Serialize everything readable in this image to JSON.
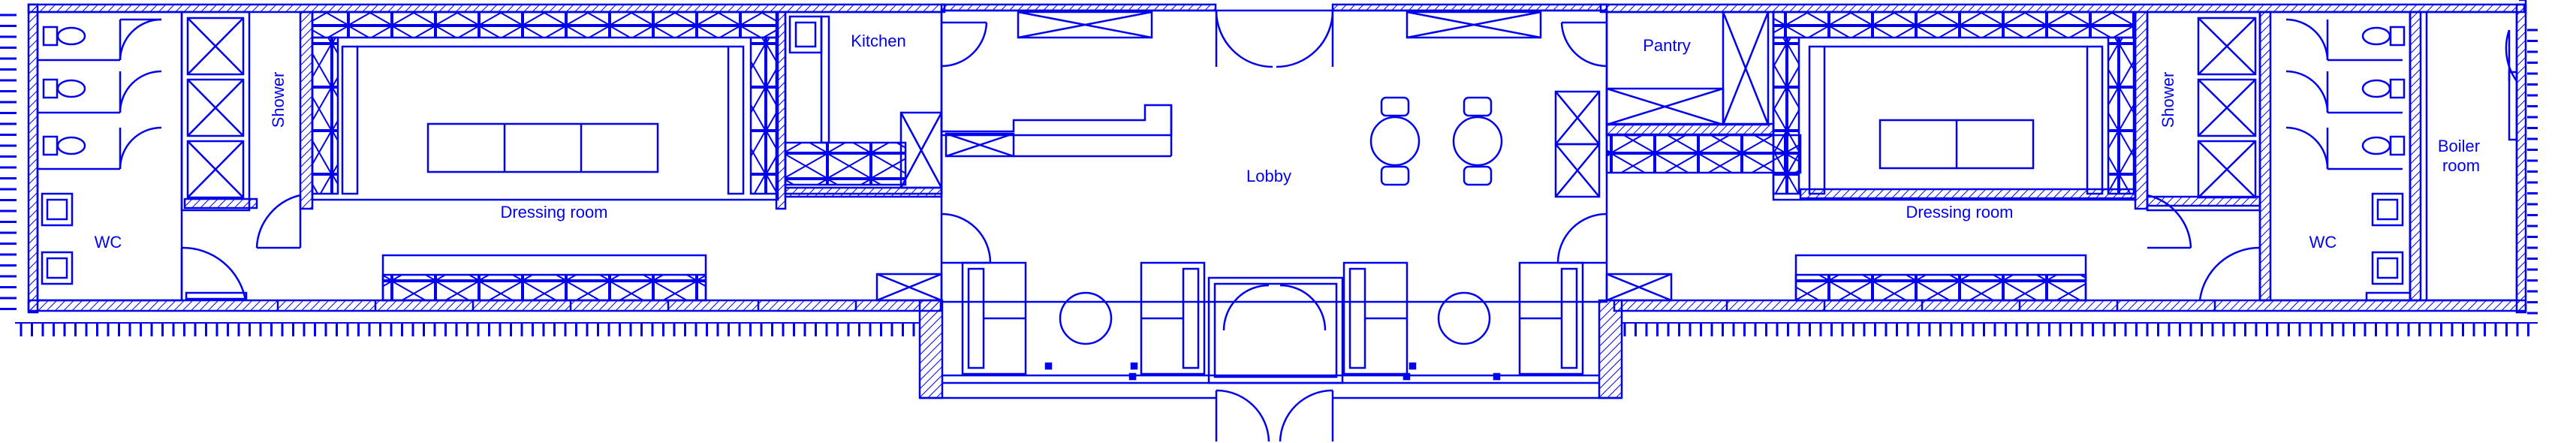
{
  "drawing": {
    "stroke_color": "#0000ee",
    "background": "#ffffff"
  },
  "rooms": {
    "wc_left": "WC",
    "shower_left": "Shower",
    "dressing_left": "Dressing room",
    "kitchen": "Kitchen",
    "lobby": "Lobby",
    "pantry": "Pantry",
    "dressing_right": "Dressing room",
    "shower_right": "Shower",
    "wc_right": "WC",
    "boiler": "Boiler room"
  }
}
